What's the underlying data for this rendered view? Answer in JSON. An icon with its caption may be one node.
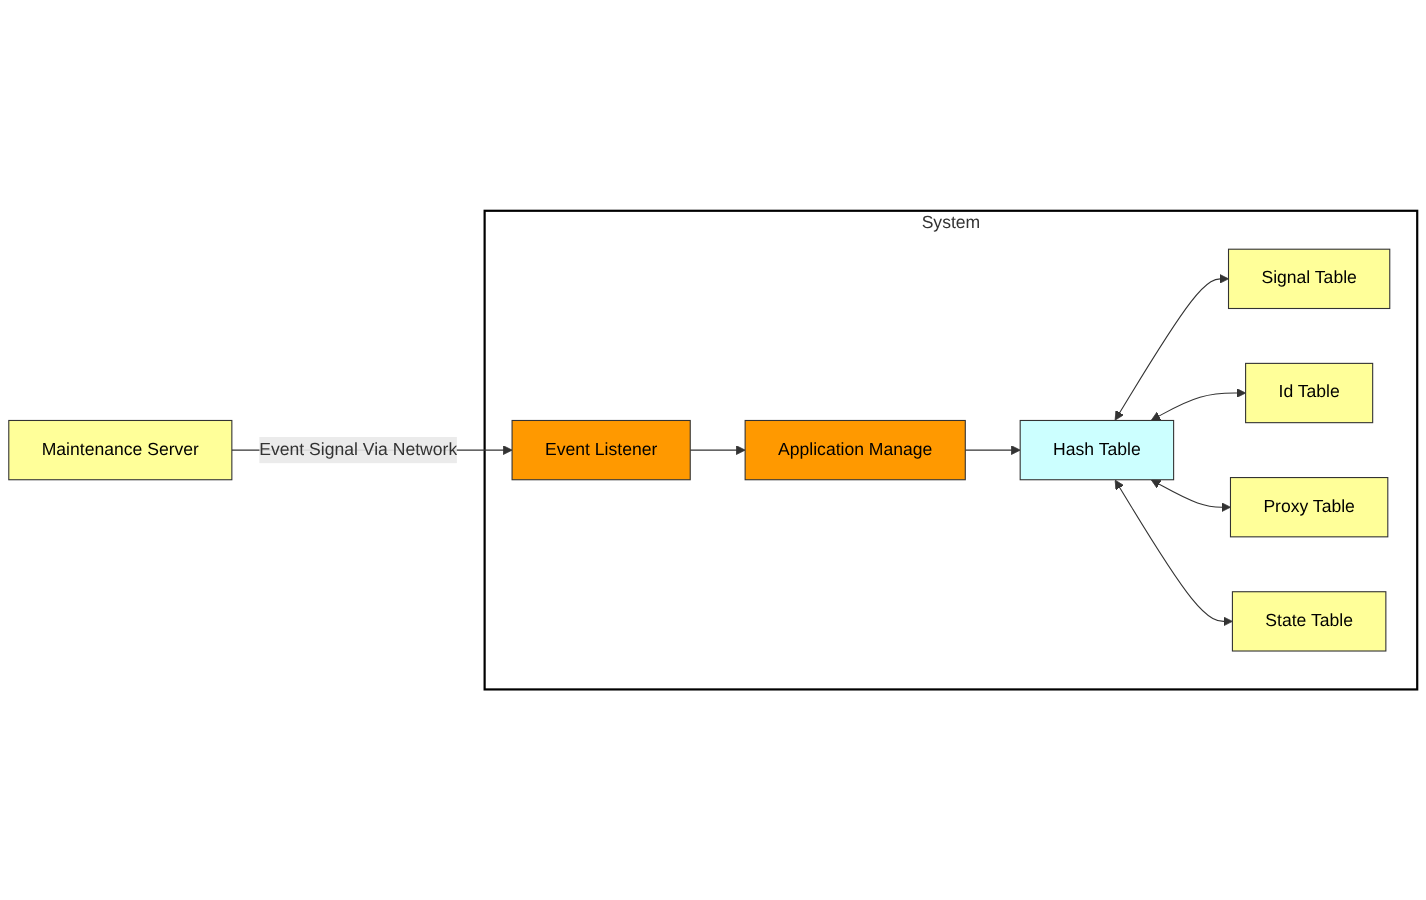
{
  "diagram": {
    "nodes": [
      {
        "text": [
          "Maintenance Server"
        ]
      },
      {
        "text": [
          "System"
        ]
      },
      {
        "text": [
          "Event Listener"
        ],
        "in": 1
      },
      {
        "text": [
          "Application Manage"
        ],
        "in": 1
      },
      {
        "text": [
          "Hash Table"
        ],
        "in": 1
      },
      {
        "text": [
          "Signal Table"
        ],
        "in": 1
      },
      {
        "text": [
          "Id Table"
        ],
        "in": 1
      },
      {
        "text": [
          "Proxy Table"
        ],
        "in": 1
      },
      {
        "text": [
          "State Table"
        ],
        "in": 1
      }
    ],
    "edges": [
      {
        "from": 0,
        "to": 2,
        "arrow": "to",
        "label": "Event Signal Via Network"
      },
      {
        "from": 2,
        "to": 3,
        "arrow": "to"
      },
      {
        "from": 3,
        "to": 4,
        "arrow": "to"
      },
      {
        "from": 4,
        "to": 5,
        "arrow": "both"
      },
      {
        "from": 4,
        "to": 6,
        "arrow": "both"
      },
      {
        "from": 4,
        "to": 7,
        "arrow": "both"
      },
      {
        "from": 4,
        "to": 8,
        "arrow": "both"
      }
    ]
  }
}
